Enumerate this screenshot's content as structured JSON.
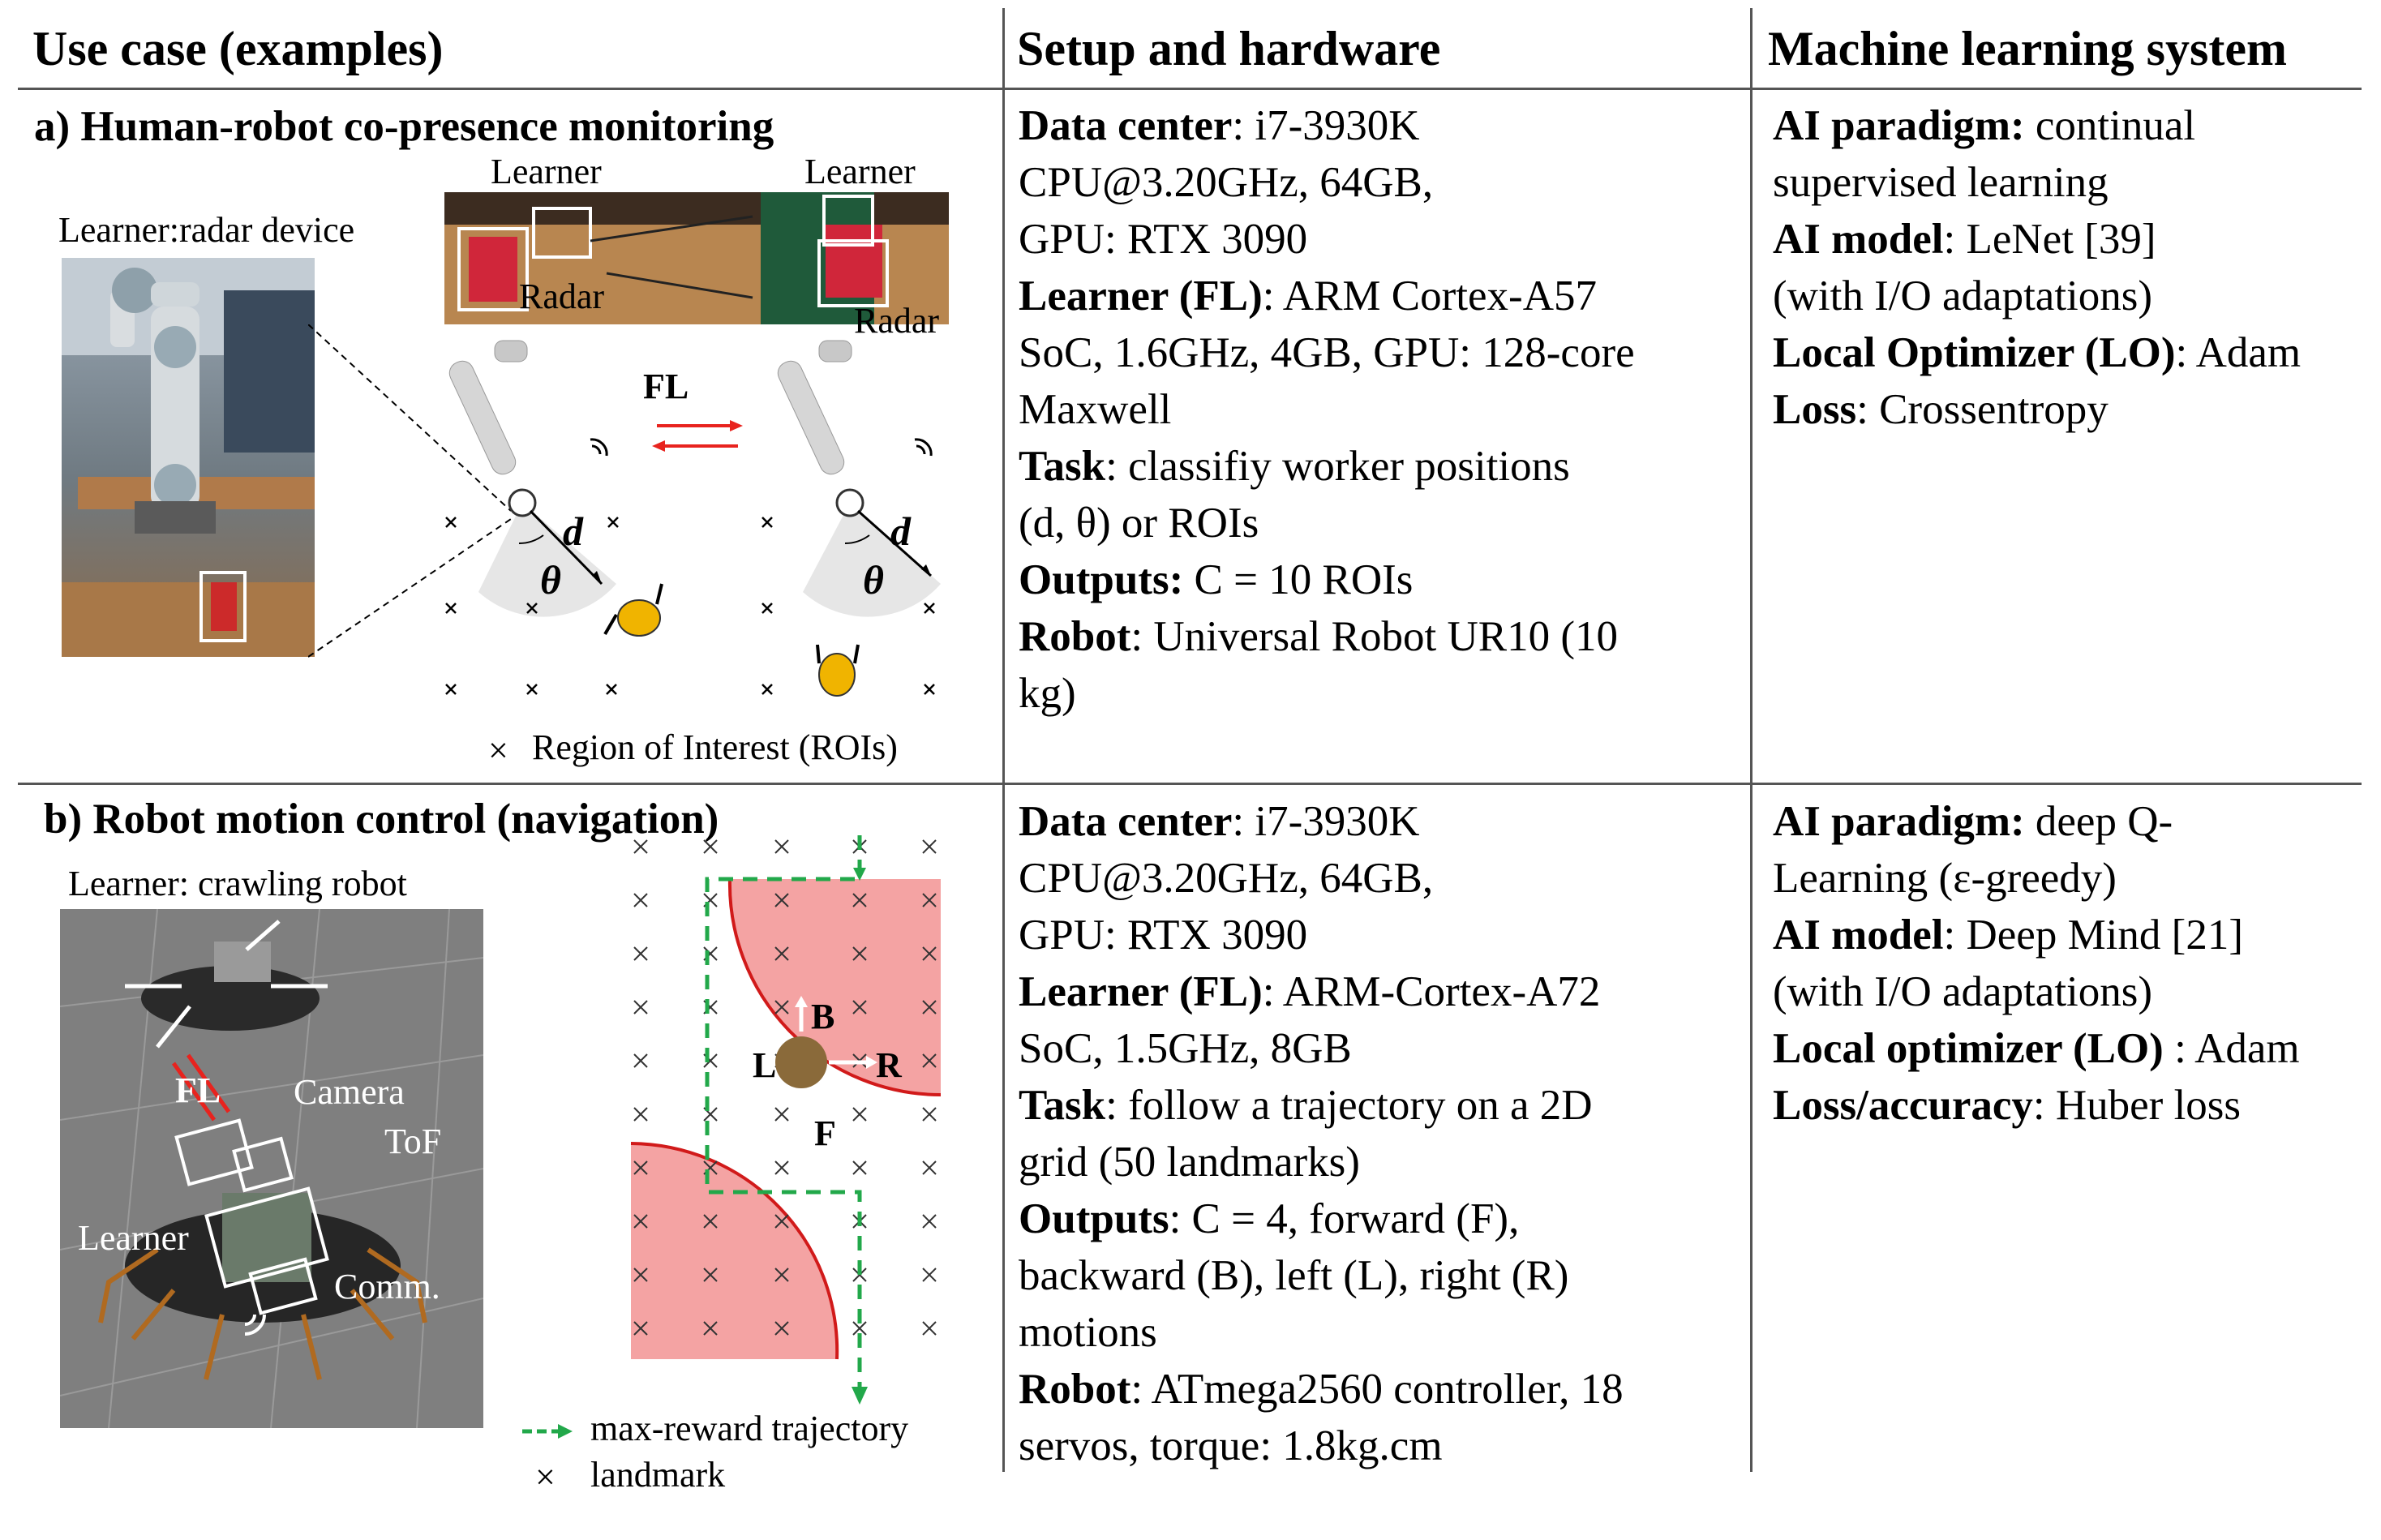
{
  "headers": {
    "use_case": "Use case (examples)",
    "setup": "Setup and hardware",
    "ml": "Machine learning system"
  },
  "row_a": {
    "title": "a) Human-robot co-presence monitoring",
    "learner_radar_device": "Learner:radar device",
    "learner_1": "Learner",
    "learner_2": "Learner",
    "radar_1": "Radar",
    "radar_2": "Radar",
    "fl": "FL",
    "d": "d",
    "theta": "θ",
    "roi_legend": "Region of Interest (ROIs)",
    "setup_lines": [
      {
        "b": "Data center",
        "t": ": i7-3930K"
      },
      {
        "b": "",
        "t": "CPU@3.20GHz, 64GB,"
      },
      {
        "b": "",
        "t": "GPU: RTX 3090"
      },
      {
        "b": "Learner (FL)",
        "t": ": ARM Cortex-A57"
      },
      {
        "b": "",
        "t": "SoC, 1.6GHz, 4GB, GPU: 128-core"
      },
      {
        "b": "",
        "t": "Maxwell"
      },
      {
        "b": "Task",
        "t": ": classifiy worker positions"
      },
      {
        "b": "",
        "t": "(d, θ) or ROIs"
      },
      {
        "b": "Outputs:",
        "t": " C = 10 ROIs"
      },
      {
        "b": "Robot",
        "t": ": Universal Robot UR10 (10"
      },
      {
        "b": "",
        "t": "kg)"
      }
    ],
    "ml_lines": [
      {
        "b": "AI paradigm:",
        "t": " continual"
      },
      {
        "b": "",
        "t": "supervised learning"
      },
      {
        "b": "AI model",
        "t": ": LeNet [39]"
      },
      {
        "b": "",
        "t": "(with I/O adaptations)"
      },
      {
        "b": "Local Optimizer (LO)",
        "t": ": Adam"
      },
      {
        "b": "Loss",
        "t": ": Crossentropy"
      }
    ]
  },
  "row_b": {
    "title": "b) Robot motion control (navigation)",
    "learner_crawling": "Learner: crawling robot",
    "fl": "FL",
    "camera": "Camera",
    "tof": "ToF",
    "learner": "Learner",
    "comm": "Comm.",
    "dir_b": "B",
    "dir_l": "L",
    "dir_r": "R",
    "dir_f": "F",
    "legend_traj": "max-reward trajectory",
    "legend_landmark": "landmark",
    "setup_lines": [
      {
        "b": "Data center",
        "t": ": i7-3930K"
      },
      {
        "b": "",
        "t": "CPU@3.20GHz, 64GB,"
      },
      {
        "b": "",
        "t": "GPU: RTX 3090"
      },
      {
        "b": "Learner (FL)",
        "t": ": ARM-Cortex-A72"
      },
      {
        "b": "",
        "t": "SoC, 1.5GHz, 8GB"
      },
      {
        "b": "Task",
        "t": ": follow a trajectory on a 2D"
      },
      {
        "b": "",
        "t": "grid (50 landmarks)"
      },
      {
        "b": "Outputs",
        "t": ": C = 4, forward (F),"
      },
      {
        "b": "",
        "t": "backward (B), left (L), right (R)"
      },
      {
        "b": "",
        "t": "motions"
      },
      {
        "b": "Robot",
        "t": ": ATmega2560 controller, 18"
      },
      {
        "b": "",
        "t": "servos, torque: 1.8kg.cm"
      }
    ],
    "ml_lines": [
      {
        "b": "AI paradigm:",
        "t": " deep Q-"
      },
      {
        "b": "",
        "t": "Learning (ε-greedy)"
      },
      {
        "b": "AI model",
        "t": ": Deep Mind [21]"
      },
      {
        "b": "",
        "t": "(with I/O adaptations)"
      },
      {
        "b": "Local optimizer (LO)",
        "t": " : Adam"
      },
      {
        "b": "Loss/accuracy",
        "t": ": Huber loss"
      }
    ]
  },
  "colors": {
    "grid_line": "#555555",
    "fl_arrow": "#e8231e",
    "trajectory": "#22a84a",
    "forbidden_zone": "#f4a3a3",
    "zone_border": "#d11a1a",
    "worker": "#f0b400"
  }
}
